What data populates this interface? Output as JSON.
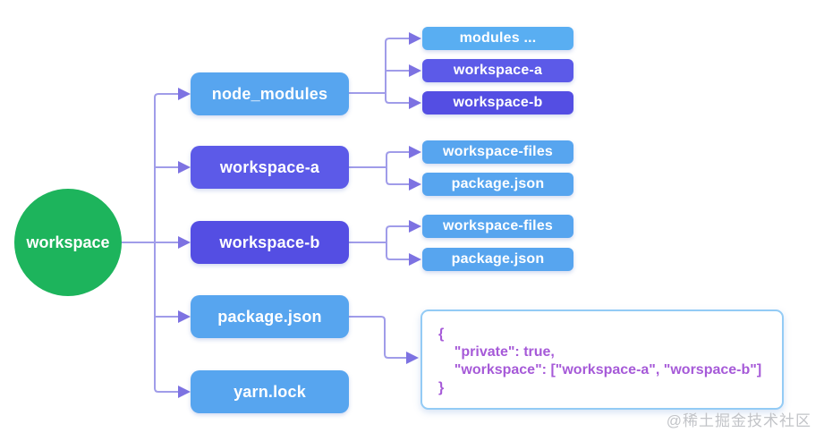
{
  "diagram": {
    "root": {
      "label": "workspace"
    },
    "level1": [
      {
        "label": "node_modules"
      },
      {
        "label": "workspace-a"
      },
      {
        "label": "workspace-b"
      },
      {
        "label": "package.json"
      },
      {
        "label": "yarn.lock"
      }
    ],
    "level2": [
      {
        "label": "modules ...",
        "parent": "node_modules"
      },
      {
        "label": "workspace-a",
        "parent": "node_modules"
      },
      {
        "label": "workspace-b",
        "parent": "node_modules"
      },
      {
        "label": "workspace-files",
        "parent": "workspace-a"
      },
      {
        "label": "package.json",
        "parent": "workspace-a"
      },
      {
        "label": "workspace-files",
        "parent": "workspace-b"
      },
      {
        "label": "package.json",
        "parent": "workspace-b"
      }
    ],
    "code_block": {
      "source": "package.json",
      "lines": [
        "{",
        "    \"private\": true,",
        "    \"workspace\": [\"workspace-a\", \"worspace-b\"]",
        "}"
      ]
    }
  },
  "watermark": "@稀土掘金技术社区",
  "colors": {
    "green": "#1db45c",
    "blue": "#57a5ef",
    "blue-light": "#59aef2",
    "purple": "#5c5ae8",
    "purple-dark": "#544ee3",
    "line": "#a09ce9",
    "arrow": "#7d72e2",
    "code-border": "#93cbf5",
    "code-text": "#a65ad8",
    "watermark": "#c2c4c8"
  }
}
